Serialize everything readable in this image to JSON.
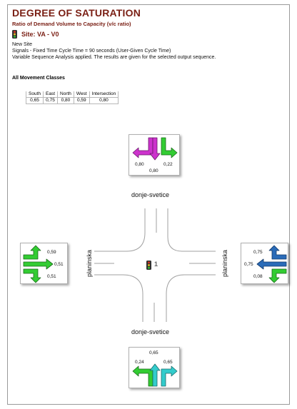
{
  "header": {
    "title": "DEGREE OF SATURATION",
    "subtitle": "Ratio of Demand Volume to Capacity (v/c ratio)",
    "site": "Site: VA - V0"
  },
  "info": {
    "line1": "New Site",
    "line2": "Signals - Fixed Time    Cycle Time = 90 seconds (User-Given Cycle Time)",
    "line3": "Variable Sequence Analysis applied. The results are given for the selected output sequence."
  },
  "section_title": "All Movement Classes",
  "summary_table": {
    "headers": [
      "South",
      "East",
      "North",
      "West",
      "Intersection"
    ],
    "values": [
      "0,65",
      "0,75",
      "0,80",
      "0,59",
      "0,80"
    ]
  },
  "roads": {
    "north": "donje-svetice",
    "south": "donje-svetice",
    "west": "planinska",
    "east": "planinska"
  },
  "intersection_id": "1",
  "approaches": {
    "north": {
      "left": "0,80",
      "right": "0,22",
      "through": "0,80",
      "color": "#cc33cc"
    },
    "west": {
      "left": "0,59",
      "through": "0,51",
      "right": "0,51",
      "color": "#33cc33"
    },
    "east": {
      "left": "0,75",
      "through": "0,75",
      "right": "0,08",
      "left_color": "#2a6bb8",
      "right_color": "#33cc33"
    },
    "south": {
      "through": "0,65",
      "left": "0,24",
      "right": "0,65",
      "left_color": "#33cc33",
      "right_color": "#33cccc"
    }
  },
  "colors": {
    "title": "#7a1f14",
    "road_line": "#a0a0a0"
  }
}
